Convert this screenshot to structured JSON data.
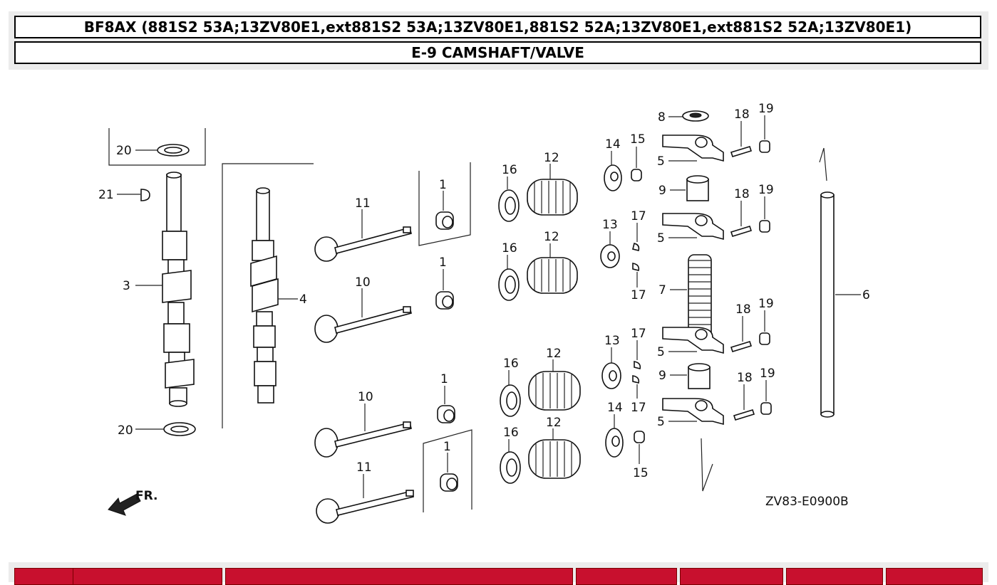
{
  "header": {
    "model_title": "BF8AX (881S2 53A;13ZV80E1,ext881S2 53A;13ZV80E1,881S2 52A;13ZV80E1,ext881S2 52A;13ZV80E1)",
    "section_title": "E-9 CAMSHAFT/VALVE"
  },
  "diagram": {
    "code": "ZV83-E0900B",
    "front_label": "FR.",
    "callouts": [
      "1",
      "3",
      "4",
      "5",
      "6",
      "7",
      "8",
      "9",
      "10",
      "11",
      "12",
      "13",
      "14",
      "15",
      "16",
      "17",
      "18",
      "19",
      "20",
      "21"
    ]
  },
  "colors": {
    "header_bg": "#ececec",
    "table_header": "#c8102e"
  }
}
